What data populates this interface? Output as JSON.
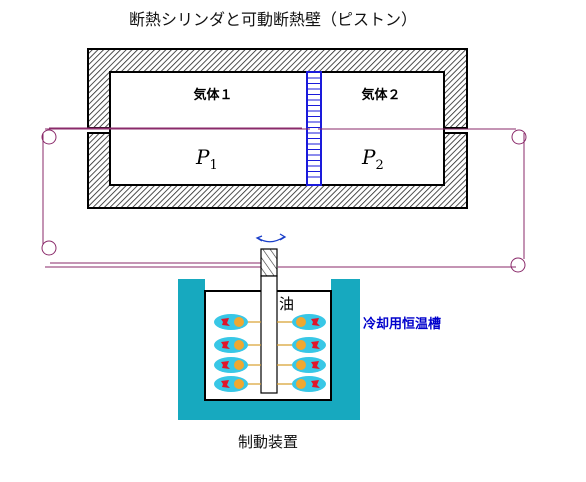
{
  "title": "断熱シリンダと可動断熱壁（ピストン）",
  "gas1_label": "気体１",
  "gas2_label": "気体２",
  "p1": {
    "symbol": "P",
    "sub": "1"
  },
  "p2": {
    "symbol": "P",
    "sub": "2"
  },
  "oil_label": "油",
  "bath_label": "冷却用恒温槽",
  "device_label": "制動装置",
  "colors": {
    "piston": "#1a1adb",
    "bath": "#17a9bf",
    "belt": "#8a2a6a",
    "bath_label": "#0000cc",
    "blob_cyan": "#38c7e6",
    "blob_orange": "#f0a830",
    "blob_red": "#e0142a",
    "rod_link": "#d8a030"
  }
}
